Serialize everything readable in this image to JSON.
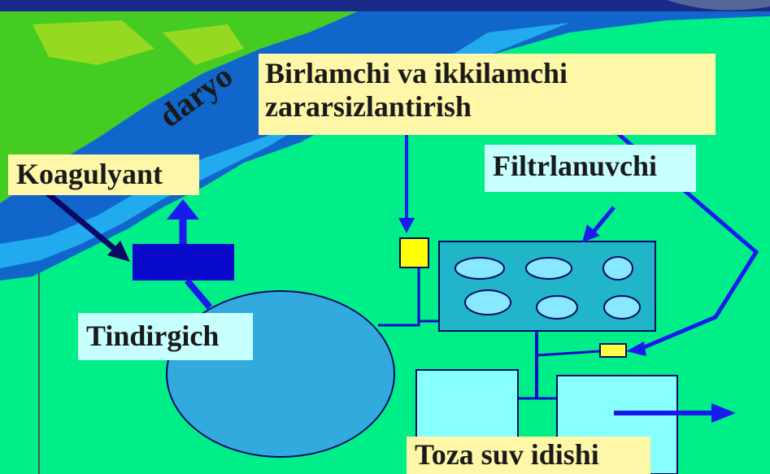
{
  "diagram": {
    "river_label": "daryo",
    "disinfection_label_line1": "Birlamchi va ikkilamchi",
    "disinfection_label_line2": "zararsizlantirish",
    "coagulant_label": "Koagulyant",
    "filter_label": "Filtrlanuvchi",
    "settler_label": "Tindirgich",
    "clean_tank_label": "Toza suv idishi"
  },
  "colors": {
    "ground": "#00ee88",
    "river_light": "#22aaee",
    "river_dark": "#1166cc",
    "bank": "#44cc22",
    "arrow": "#1a1aee",
    "settler_fill": "#33aadd",
    "filter_fill": "#20b5c8",
    "filter_hole": "#88e8ff",
    "tank_fill": "#88ffff",
    "chlorinator": "#ffff00"
  }
}
